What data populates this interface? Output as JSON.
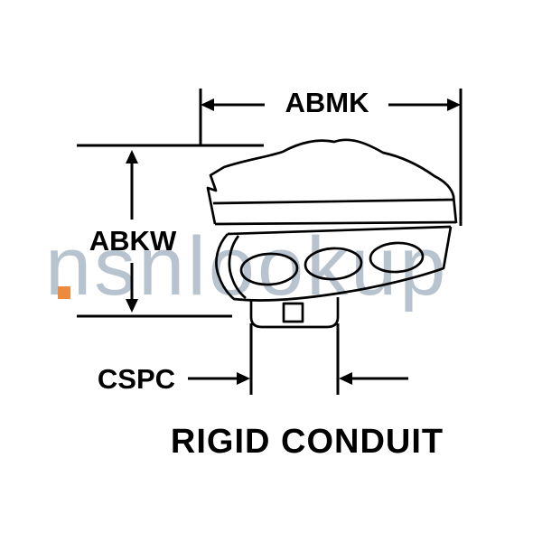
{
  "watermark": {
    "text": "nsnlookup",
    "color": "#b7c4cf",
    "accent_color": "#ec8b3e"
  },
  "labels": {
    "abmk": "ABMK",
    "abkw": "ABKW",
    "cspc": "CSPC"
  },
  "caption": "RIGID CONDUIT",
  "colors": {
    "line": "#000000",
    "background": "#ffffff"
  }
}
